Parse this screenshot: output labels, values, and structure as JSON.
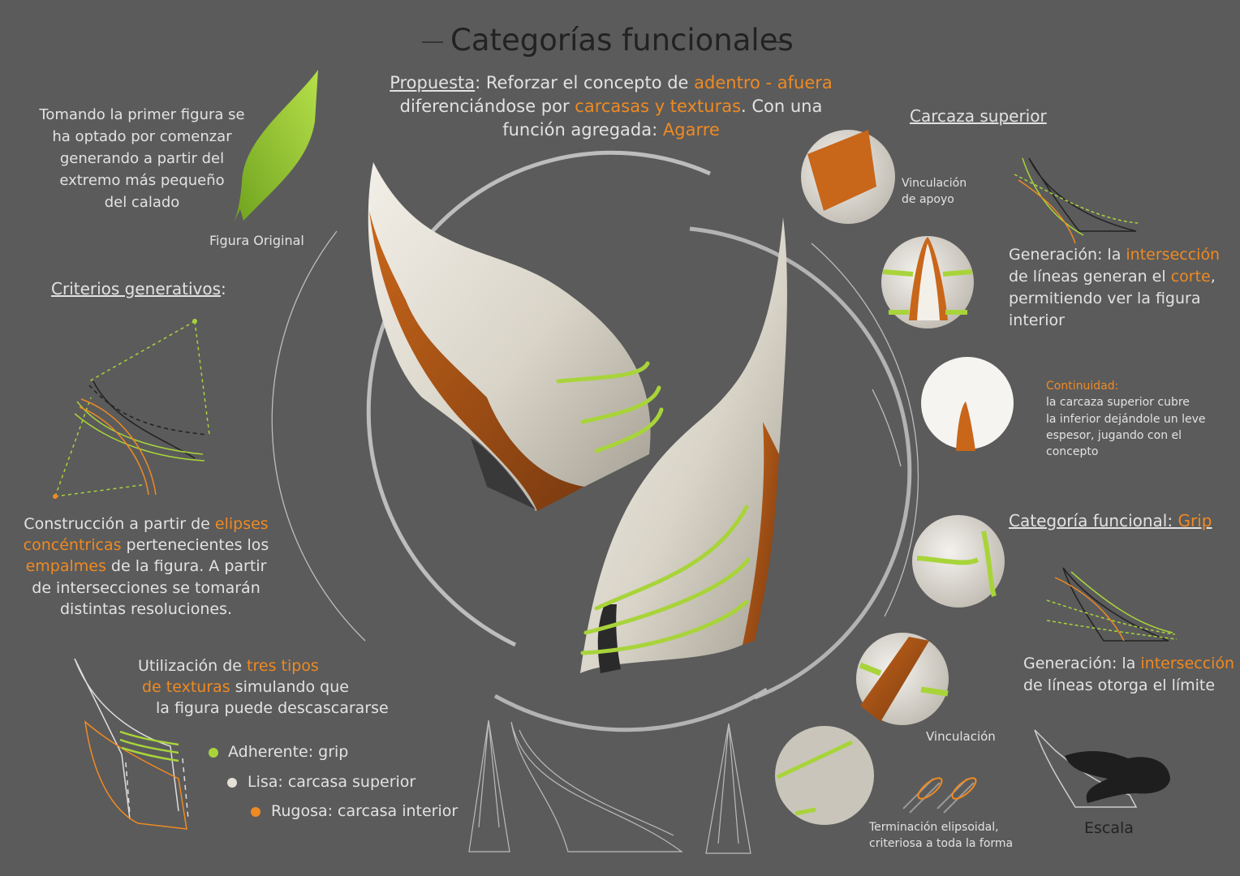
{
  "title": "Categorías funcionales",
  "colors": {
    "background": "#5b5b5b",
    "accent_orange": "#ef8a22",
    "accent_green": "#a8d43a",
    "text": "#e2e2e2"
  },
  "proposal": {
    "l1": [
      "Propuesta",
      ": Reforzar el concepto de ",
      "adentro - afuera"
    ],
    "l2": [
      "diferenciándose por ",
      "carcasas y texturas",
      ". Con una"
    ],
    "l3": [
      "función agregada: ",
      "Agarre"
    ]
  },
  "intro": [
    "Tomando la primer figura se",
    "ha optado por comenzar",
    "generando a partir del",
    "extremo más pequeño",
    "del calado"
  ],
  "original_label": "Figura Original",
  "criteria_title": "Criterios generativos",
  "criteria_colon": ":",
  "construction": {
    "l1": [
      "Construcción a partir de ",
      "elipses"
    ],
    "l2": [
      "concéntricas",
      " pertenecientes  los"
    ],
    "l3": [
      "empalmes",
      " de la figura. A partir"
    ],
    "l4": "de intersecciones se tomarán",
    "l5": "distintas resoluciones."
  },
  "textures": {
    "l1": [
      "Utilización de ",
      "tres tipos"
    ],
    "l2": [
      "de texturas",
      " simulando que"
    ],
    "l3": "la figura puede descascararse"
  },
  "legend": [
    {
      "label": "Adherente: grip",
      "color": "#a8d43a"
    },
    {
      "label": "Lisa: carcasa superior",
      "color": "#e4e0d6"
    },
    {
      "label": "Rugosa: carcasa interior",
      "color": "#ef8a22"
    }
  ],
  "upper_shell": {
    "title": "Carcaza superior",
    "link_label": [
      "Vinculación",
      "de apoyo"
    ],
    "generation": {
      "l1": [
        "Generación: la ",
        "intersección"
      ],
      "l2": [
        "de líneas generan el ",
        "corte",
        ","
      ],
      "l3": "permitiendo ver la figura",
      "l4": "interior"
    },
    "continuity": {
      "title": "Continuidad:",
      "lines": [
        "la carcaza superior cubre",
        "la inferior dejándole un leve",
        "espesor, jugando con el",
        "concepto"
      ]
    }
  },
  "grip": {
    "title": [
      "Categoría funcional: ",
      "Grip"
    ],
    "generation": {
      "l1": [
        "Generación: la ",
        "intersección"
      ],
      "l2": "de líneas otorga el límite"
    },
    "link_label": "Vinculación",
    "ending": [
      "Terminación elipsoidal,",
      "criteriosa a toda la forma"
    ],
    "scale_label": "Escala"
  }
}
